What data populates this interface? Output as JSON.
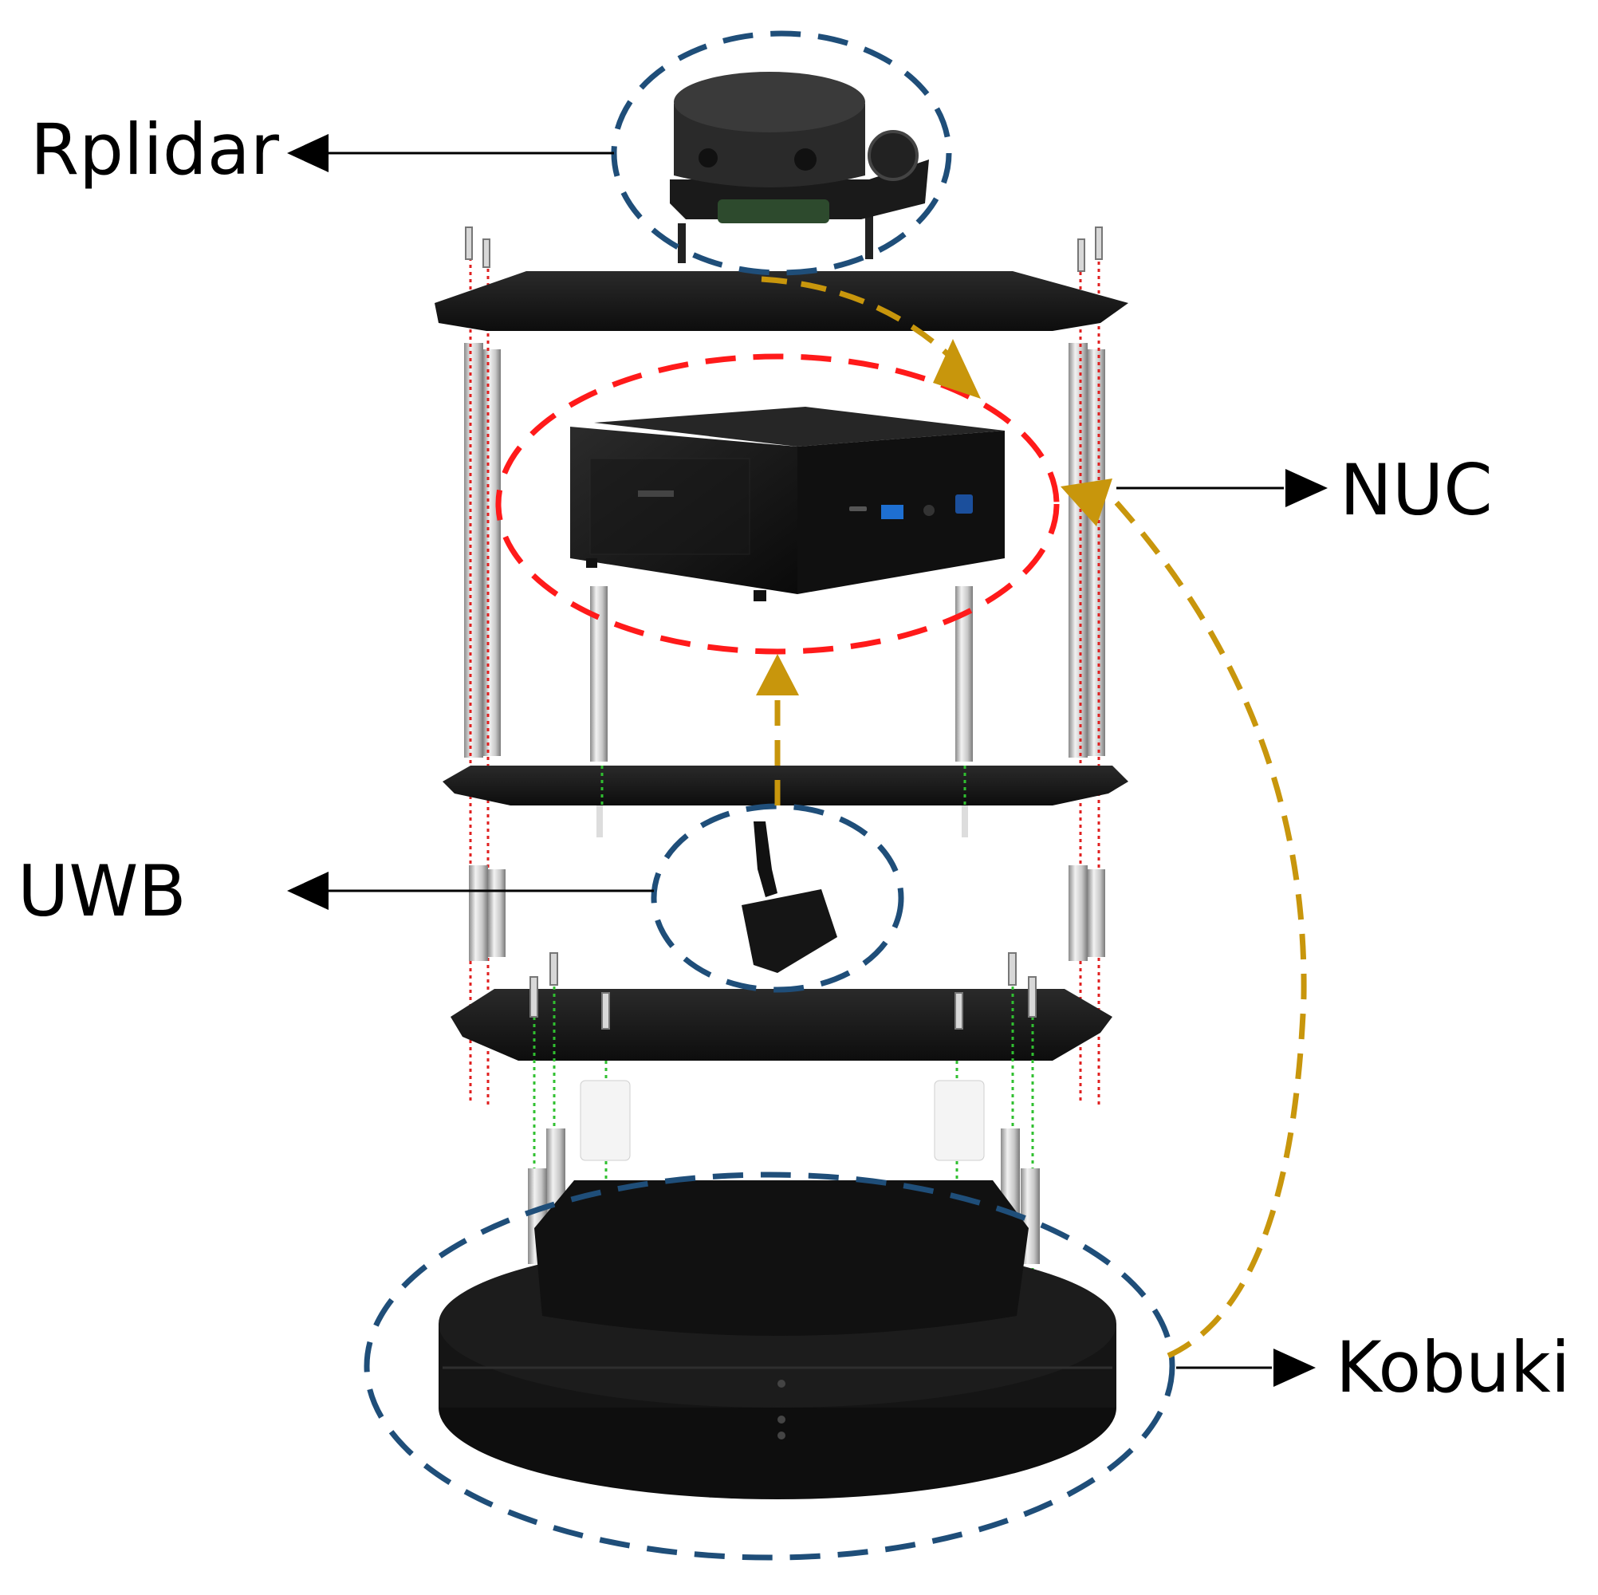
{
  "labels": {
    "rplidar": "Rplidar",
    "nuc": "NUC",
    "uwb": "UWB",
    "kobuki": "Kobuki"
  },
  "colors": {
    "blue_dash": "#1f4e79",
    "red_dash": "#ff1a1a",
    "gold_arrow": "#c8960c",
    "plate": "#141414",
    "standoff": "#bfbfbf"
  }
}
